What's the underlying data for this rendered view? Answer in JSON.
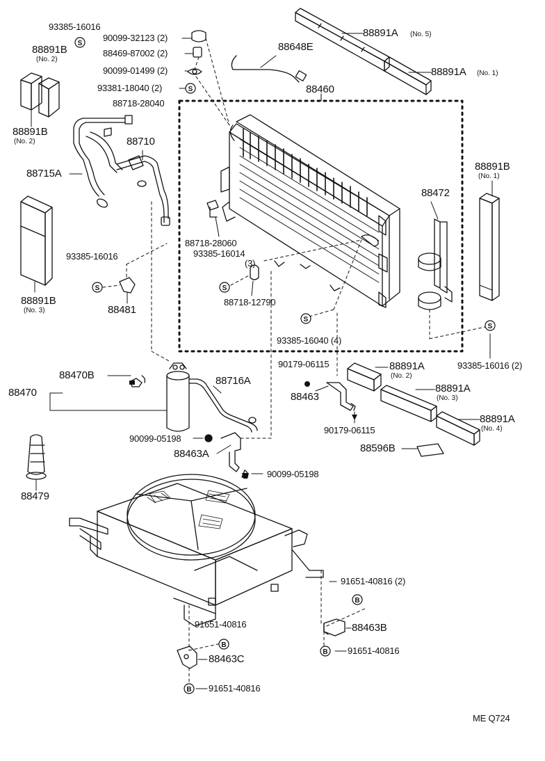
{
  "labels": {
    "l_93385_16016_top": "93385-16016",
    "l_90099_32123": "90099-32123 (2)",
    "l_88469_87002": "88469-87002 (2)",
    "l_90099_01499": "90099-01499 (2)",
    "l_93381_18040": "93381-18040 (2)",
    "l_88718_28040": "88718-28040",
    "l_88891B_no2_top": "88891B",
    "l_88891B_no2_top_sub": "(No. 2)",
    "l_88891B_no2_bot": "88891B",
    "l_88891B_no2_bot_sub": "(No. 2)",
    "l_88648E": "88648E",
    "l_88891A_no5": "88891A",
    "l_88891A_no5_sub": "(No. 5)",
    "l_88891A_no1": "88891A",
    "l_88891A_no1_sub": "(No. 1)",
    "l_88460": "88460",
    "l_88710": "88710",
    "l_88715A": "88715A",
    "l_88891B_no1": "88891B",
    "l_88891B_no1_sub": "(No. 1)",
    "l_88472": "88472",
    "l_88718_28060": "88718-28060",
    "l_93385_16014": "93385-16014",
    "l_93385_16014_qty": "(3)",
    "l_93385_16016_mid": "93385-16016",
    "l_88481": "88481",
    "l_88718_12790": "88718-12790",
    "l_88891B_no3": "88891B",
    "l_88891B_no3_sub": "(No. 3)",
    "l_93385_16040": "93385-16040 (4)",
    "l_93385_16016_right": "93385-16016 (2)",
    "l_90179_06115_a": "90179-06115",
    "l_88891A_no2": "88891A",
    "l_88891A_no2_sub": "(No. 2)",
    "l_88470B": "88470B",
    "l_88470": "88470",
    "l_88716A": "88716A",
    "l_88463": "88463",
    "l_88891A_no3": "88891A",
    "l_88891A_no3_sub": "(No. 3)",
    "l_90179_06115_b": "90179-06115",
    "l_88891A_no4": "88891A",
    "l_88891A_no4_sub": "(No. 4)",
    "l_90099_05198_a": "90099-05198",
    "l_88596B": "88596B",
    "l_88463A": "88463A",
    "l_90099_05198_b": "90099-05198",
    "l_88479": "88479",
    "l_91651_40816_2": "91651-40816 (2)",
    "l_91651_40816_left": "91651-40816",
    "l_88463B": "88463B",
    "l_91651_40816_rb": "91651-40816",
    "l_88463C": "88463C",
    "l_91651_40816_lb": "91651-40816",
    "l_footer": "ME  Q724"
  },
  "symbols": {
    "s": "S",
    "b": "B"
  },
  "colors": {
    "ink": "#111111",
    "paper": "#ffffff"
  }
}
